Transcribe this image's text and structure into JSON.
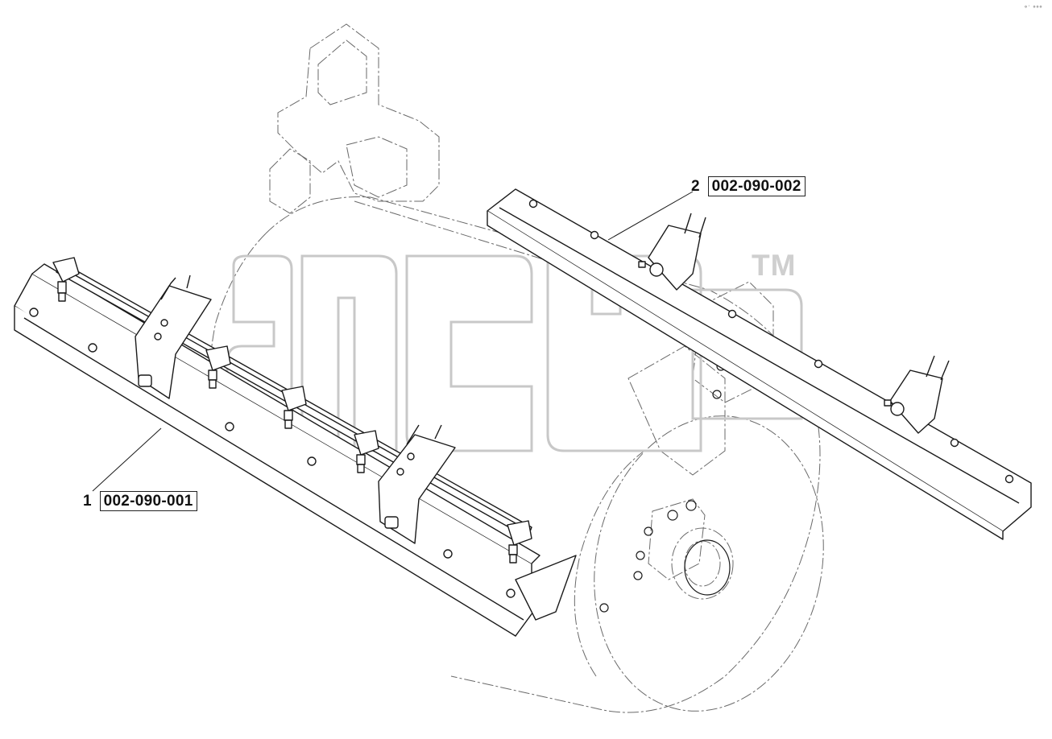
{
  "watermark": {
    "text": "ancb",
    "trademark": "TM",
    "color": "#c8c8c8"
  },
  "corner_mark": "°˙ °°°",
  "callouts": [
    {
      "number": "1",
      "part_code": "002-090-001"
    },
    {
      "number": "2",
      "part_code": "002-090-002"
    }
  ],
  "colors": {
    "line": "#1a1a1a",
    "phantom": "#6a6a6a",
    "background": "#ffffff"
  }
}
